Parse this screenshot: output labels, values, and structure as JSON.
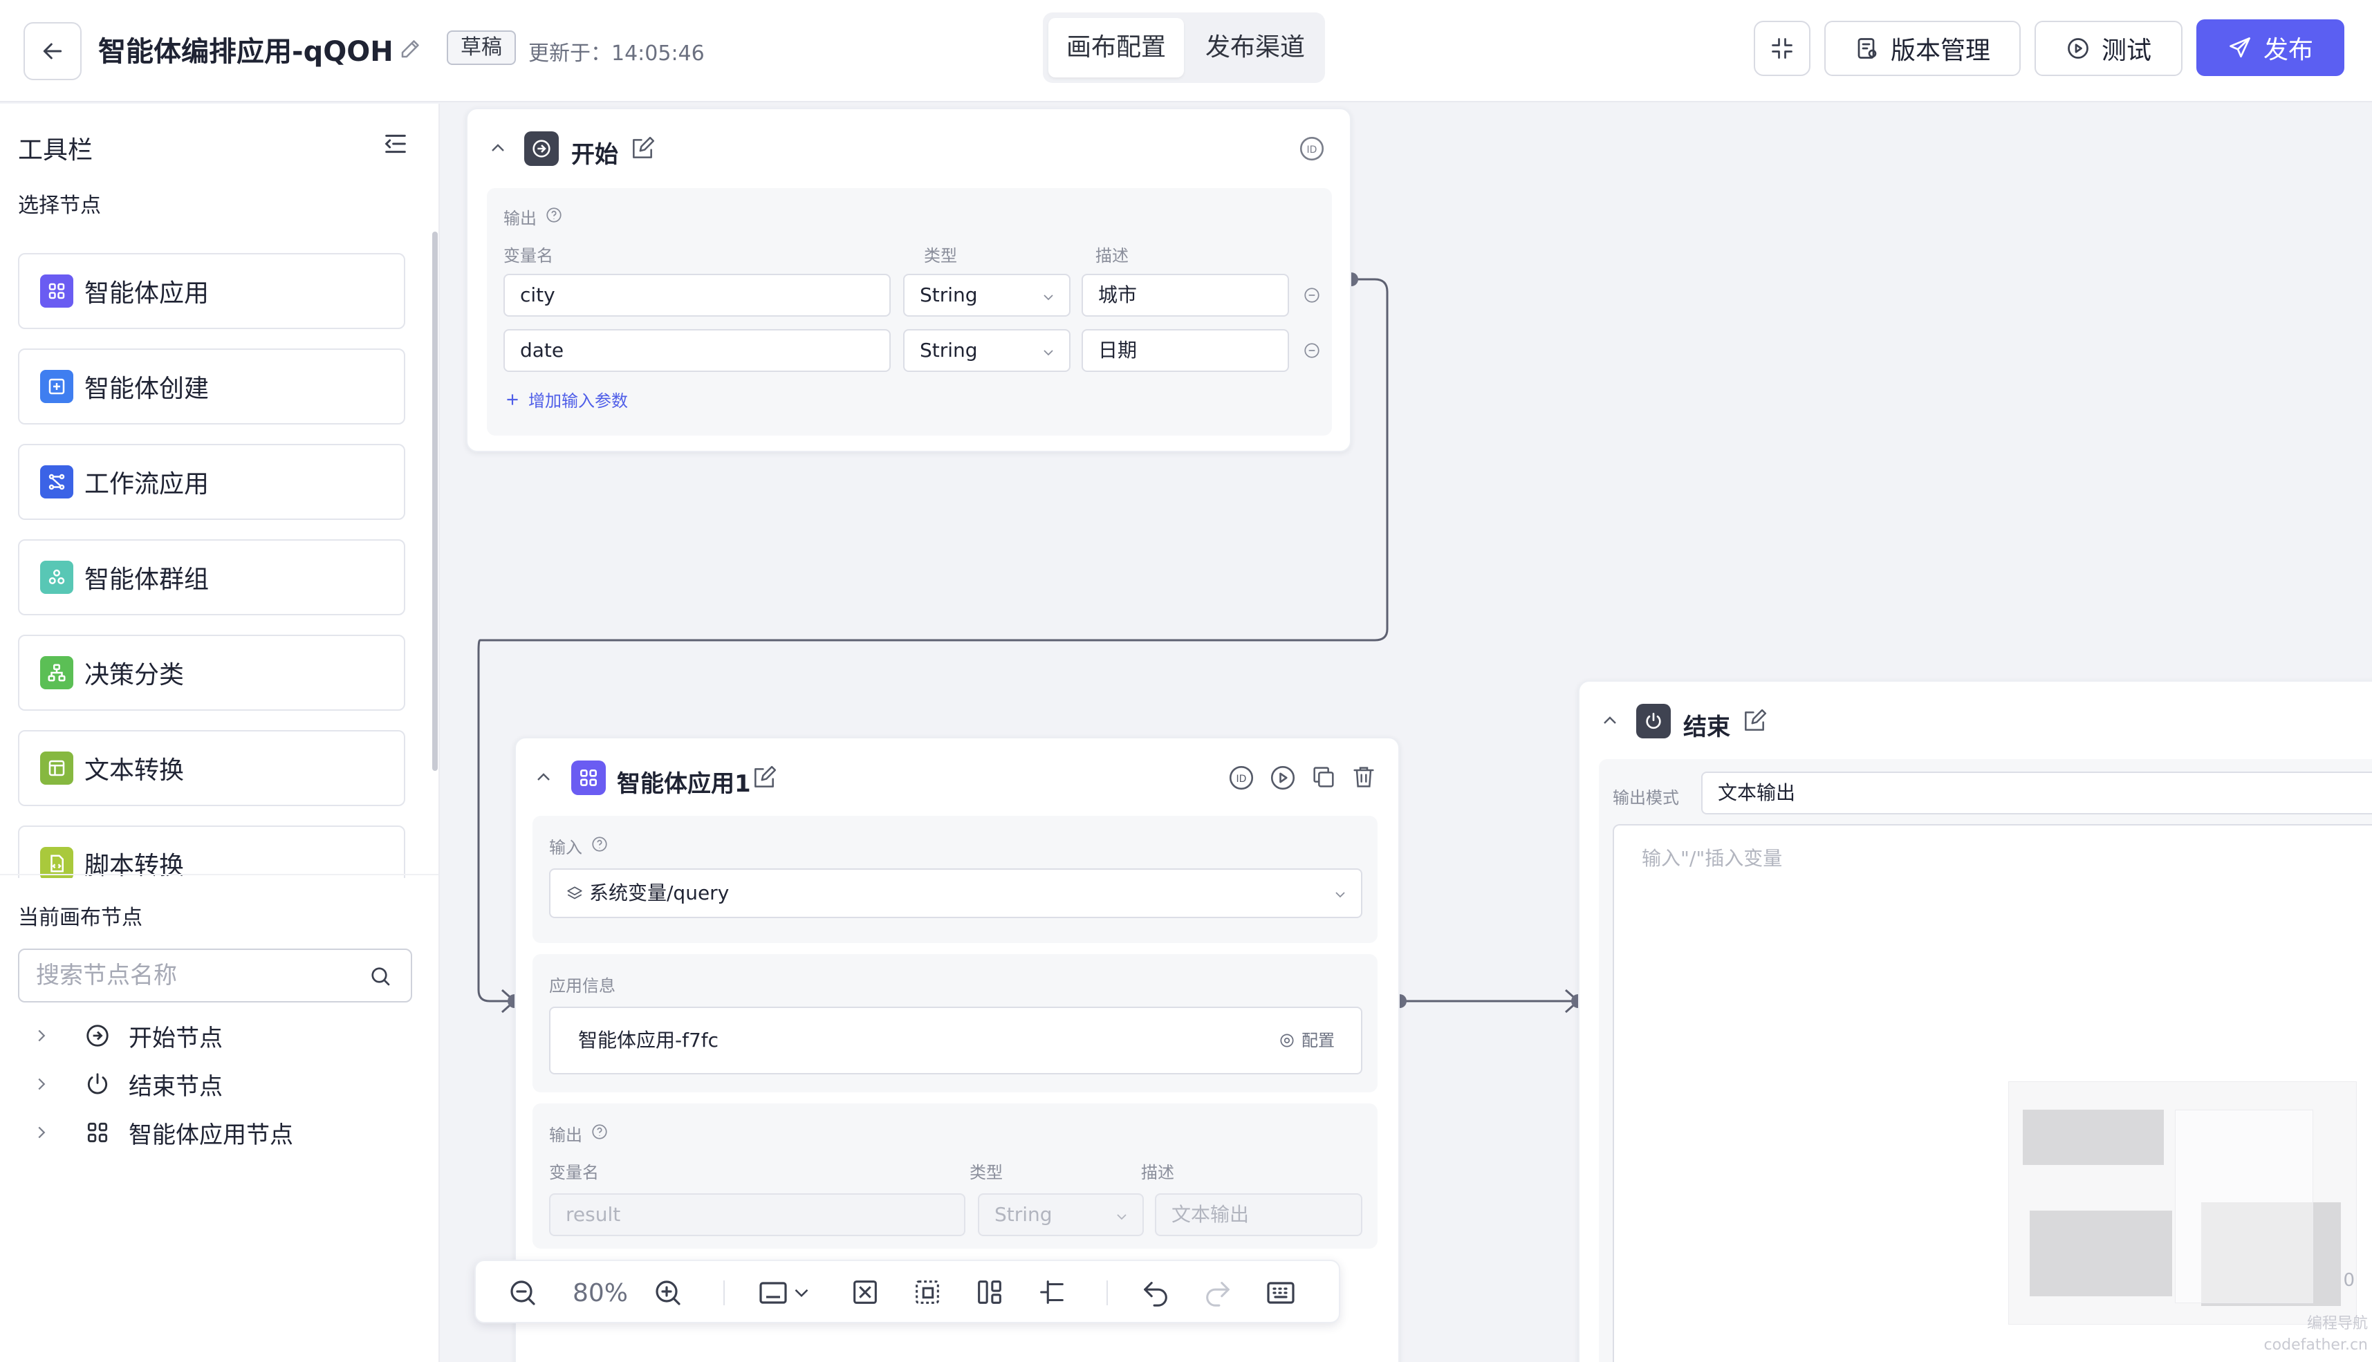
{
  "header": {
    "title": "智能体编排应用-qQOH",
    "status_badge": "草稿",
    "updated_text": "更新于：14:05:46",
    "tabs": [
      "画布配置",
      "发布渠道"
    ],
    "buttons": {
      "version": "版本管理",
      "test": "测试",
      "publish": "发布"
    },
    "accent_color": "#5b5ff2"
  },
  "sidebar": {
    "title": "工具栏",
    "subtitle": "选择节点",
    "nodes": [
      {
        "label": "智能体应用",
        "icon": "grid-icon",
        "color": "#6a5cf2"
      },
      {
        "label": "智能体创建",
        "icon": "plus-square-icon",
        "color": "#3f7ef0"
      },
      {
        "label": "工作流应用",
        "icon": "workflow-icon",
        "color": "#3b63e6"
      },
      {
        "label": "智能体群组",
        "icon": "group-icon",
        "color": "#58c7b5"
      },
      {
        "label": "决策分类",
        "icon": "decision-icon",
        "color": "#5bbf55"
      },
      {
        "label": "文本转换",
        "icon": "text-transform-icon",
        "color": "#86b840"
      },
      {
        "label": "脚本转换",
        "icon": "script-icon",
        "color": "#a9c93c"
      }
    ],
    "current_title": "当前画布节点",
    "search_placeholder": "搜索节点名称",
    "tree": [
      "开始节点",
      "结束节点",
      "智能体应用节点"
    ]
  },
  "start_node": {
    "title": "开始",
    "output_label": "输出",
    "col_name": "变量名",
    "col_type": "类型",
    "col_desc": "描述",
    "rows": [
      {
        "name": "city",
        "type": "String",
        "desc": "城市"
      },
      {
        "name": "date",
        "type": "String",
        "desc": "日期"
      }
    ],
    "add_param": "增加输入参数"
  },
  "agent_node": {
    "title": "智能体应用1",
    "input_label": "输入",
    "input_value": "系统变量/query",
    "app_info_label": "应用信息",
    "app_name": "智能体应用-f7fc",
    "config_label": "配置",
    "output_label": "输出",
    "col_name": "变量名",
    "col_type": "类型",
    "col_desc": "描述",
    "out_name_placeholder": "result",
    "out_type": "String",
    "out_desc_placeholder": "文本输出"
  },
  "end_node": {
    "title": "结束",
    "mode_label": "输出模式",
    "mode_value": "文本输出",
    "textarea_placeholder": "输入\"/\"插入变量",
    "edge_text": "0"
  },
  "zoom_bar": {
    "zoom": "80%"
  },
  "watermark": [
    "编程导航",
    "codefather.cn"
  ]
}
